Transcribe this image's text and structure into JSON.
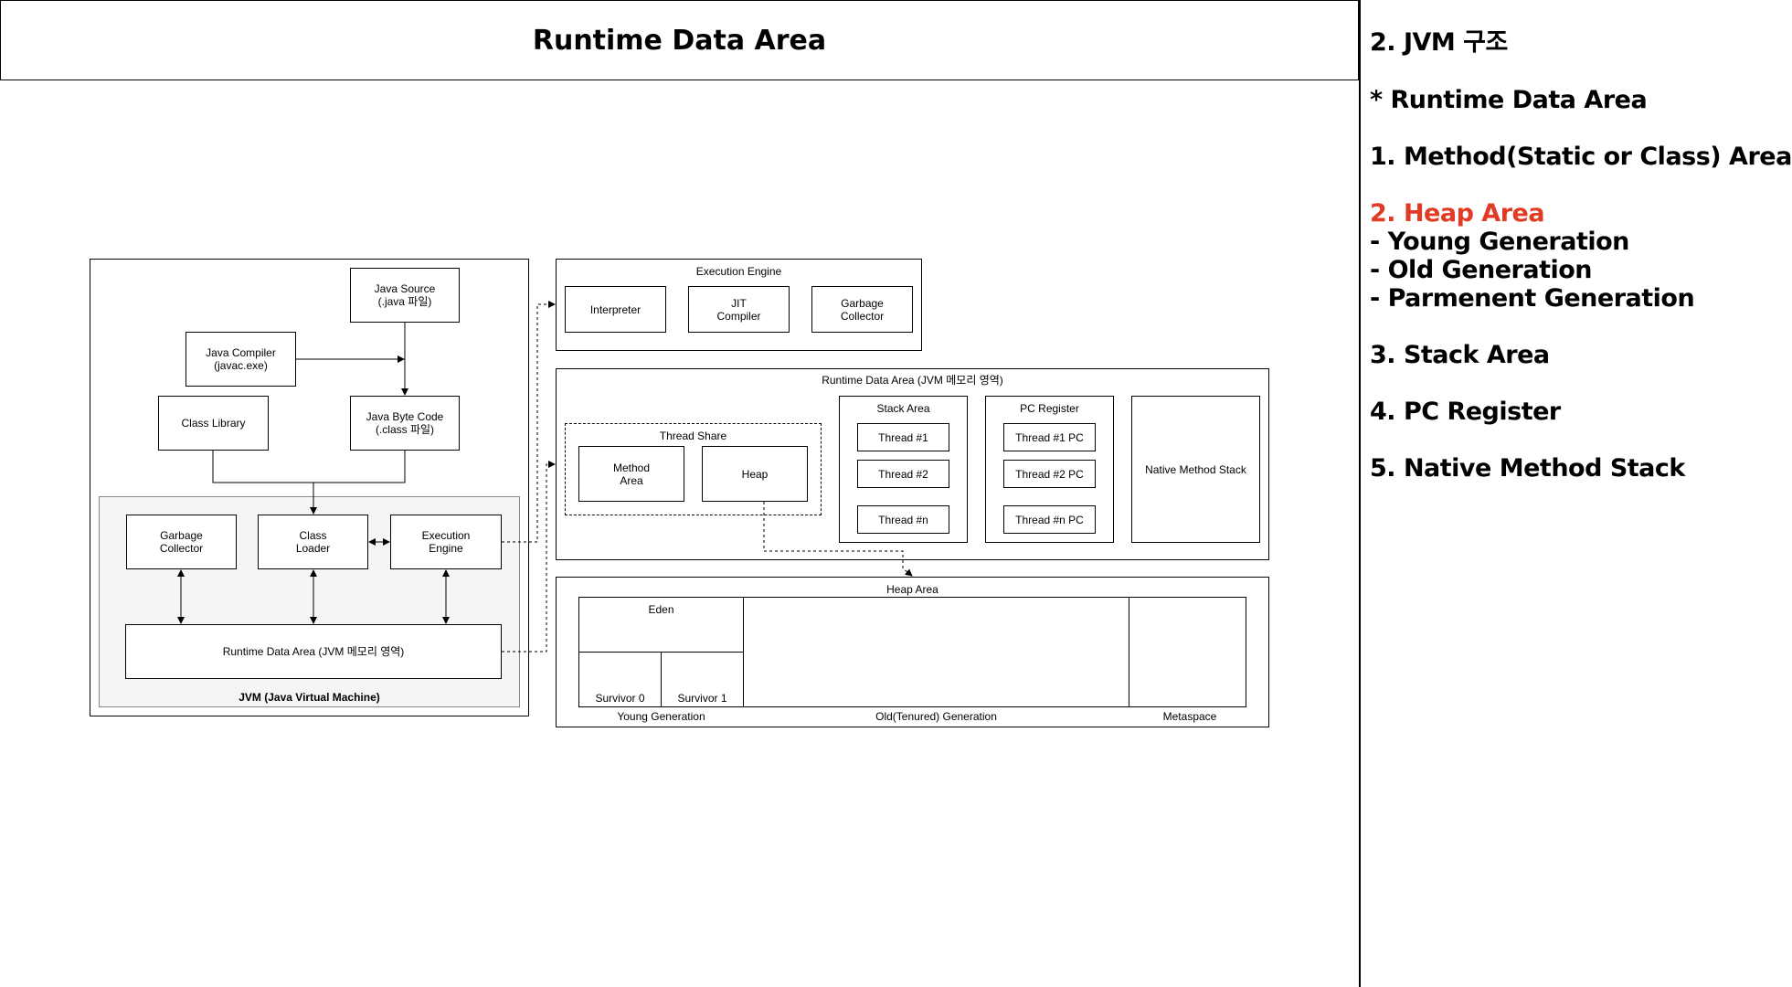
{
  "header": {
    "title": "Runtime Data Area"
  },
  "sidebar": {
    "lines": [
      {
        "text": "2. JVM 구조",
        "color": "#000000"
      },
      {
        "text": " * Runtime Data Area",
        "color": "#000000"
      },
      {
        "text": "1. Method(Static or Class) Area",
        "color": "#000000"
      },
      {
        "text": "2. Heap Area",
        "color": "#e03b24"
      },
      {
        "text": " - Young Generation",
        "color": "#000000"
      },
      {
        "text": " - Old Generation",
        "color": "#000000"
      },
      {
        "text": " - Parmenent Generation",
        "color": "#000000"
      },
      {
        "text": "3. Stack Area",
        "color": "#000000"
      },
      {
        "text": "4. PC Register",
        "color": "#000000"
      },
      {
        "text": "5. Native Method Stack",
        "color": "#000000"
      }
    ]
  },
  "jvm": {
    "java_source": "Java Source\n(.java 파일)",
    "java_compiler": "Java Compiler\n(javac.exe)",
    "class_library": "Class Library",
    "java_byte_code": "Java Byte Code\n(.class 파일)",
    "garbage_collector": "Garbage\nCollector",
    "class_loader": "Class\nLoader",
    "execution_engine": "Execution\nEngine",
    "runtime_data_area": "Runtime Data Area (JVM 메모리 영역)",
    "jvm_label": "JVM (Java Virtual Machine)"
  },
  "execution_engine_panel": {
    "title": "Execution Engine",
    "interpreter": "Interpreter",
    "jit_compiler": "JIT\nCompiler",
    "garbage_collector": "Garbage\nCollector"
  },
  "runtime_panel": {
    "title": "Runtime Data Area (JVM 메모리 영역)",
    "thread_share": "Thread Share",
    "method_area": "Method\nArea",
    "heap": "Heap",
    "stack_area": "Stack Area",
    "stack_threads": [
      "Thread #1",
      "Thread #2",
      "Thread #n"
    ],
    "pc_register": "PC Register",
    "pc_threads": [
      "Thread #1 PC",
      "Thread #2 PC",
      "Thread #n PC"
    ],
    "native_method_stack": "Native Method Stack"
  },
  "heap_panel": {
    "title": "Heap Area",
    "eden": "Eden",
    "survivor0": "Survivor 0",
    "survivor1": "Survivor 1",
    "young_generation": "Young Generation",
    "old_generation": "Old(Tenured) Generation",
    "metaspace": "Metaspace"
  }
}
